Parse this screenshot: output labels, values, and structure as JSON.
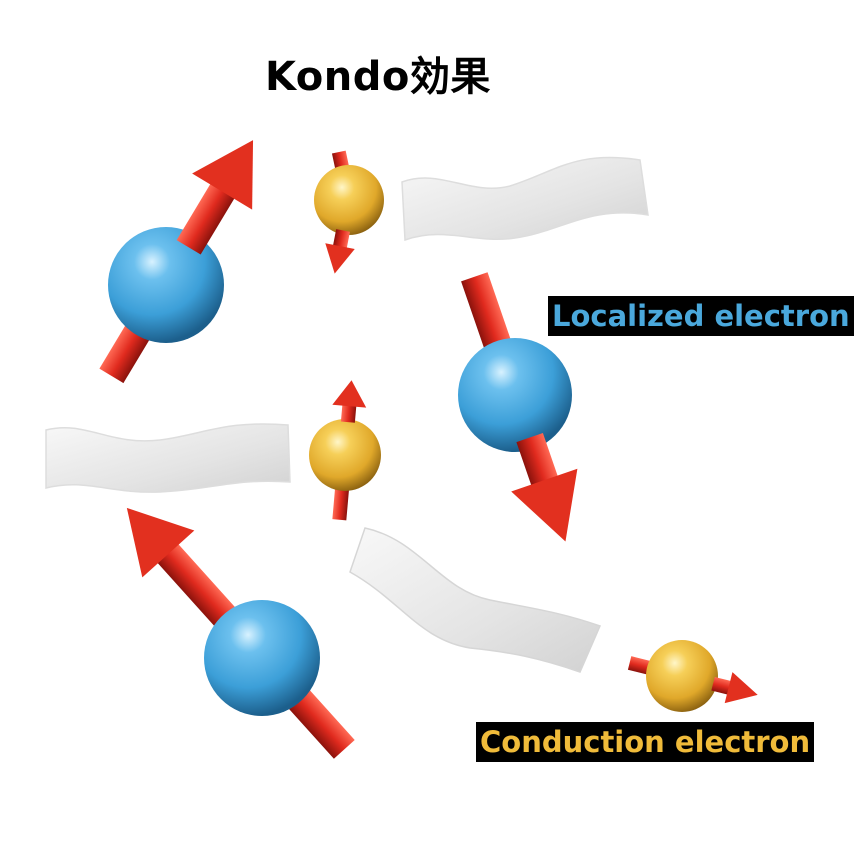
{
  "title": "Kondo効果",
  "labels": {
    "localized": "Localized electron",
    "conduction": "Conduction electron"
  },
  "colors": {
    "localized": "#4aa8dc",
    "conduction": "#f0bb3a",
    "spin_arrow": "#d8281e",
    "wave": "#e6e6e6",
    "label_background": "#000000"
  },
  "legend": {
    "localized_electron": {
      "sphere": "blue",
      "size": "large"
    },
    "conduction_electron": {
      "sphere": "gold",
      "size": "small"
    }
  }
}
